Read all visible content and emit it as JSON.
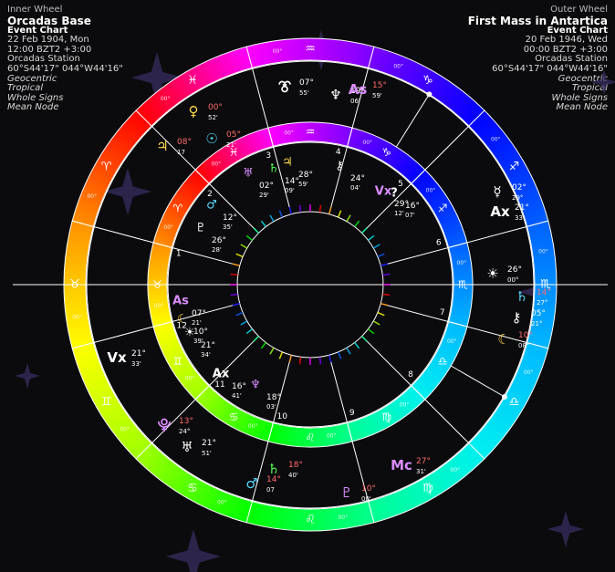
{
  "inner_info": {
    "header": "Inner Wheel",
    "title": "Orcadas Base",
    "chart_type": "Event Chart",
    "date": "22 Feb 1904, Mon",
    "time": "12:00  BZT2 +3:00",
    "location": "Orcadas Station",
    "coords": "60°S44'17\" 044°W44'16\"",
    "settings": [
      "Geocentric",
      "Tropical",
      "Whole Signs",
      "Mean Node"
    ]
  },
  "outer_info": {
    "header": "Outer Wheel",
    "title": "First Mass in Antartica",
    "chart_type": "Event Chart",
    "date": "20 Feb 1946, Wed",
    "time": "00:00  BZT2 +3:00",
    "location": "Orcadas Station",
    "coords": "60°S44'17\" 044°W44'16\"",
    "settings": [
      "Geocentric",
      "Tropical",
      "Whole Signs",
      "Mean Node"
    ]
  },
  "colors": {
    "background": "#0b0b0d",
    "ring_colors": [
      "#ff00ff",
      "#7a00ff",
      "#0000ff",
      "#0060ff",
      "#00b8ff",
      "#00f0f0",
      "#00ff90",
      "#00ff00",
      "#a0ff00",
      "#ffff00",
      "#ff9000",
      "#ff0000"
    ],
    "planet_white": "#ffffff",
    "planet_purple": "#d98cff",
    "planet_cyan": "#5ad7ff",
    "planet_green": "#55ff55",
    "planet_yellow": "#ffd94a",
    "degree_red": "#ff6b6b"
  },
  "outer_sign_glyphs": [
    "♒",
    "♑",
    "♐",
    "♏",
    "♎",
    "♍",
    "♌",
    "♋",
    "♊",
    "♉",
    "♈",
    "♓"
  ],
  "inner_sign_glyphs": [
    "♒",
    "♑",
    "♐",
    "♏",
    "♎",
    "♍",
    "♌",
    "♋",
    "♊",
    "♉",
    "♈",
    "♓"
  ],
  "ring_ticks": "00°",
  "house_numbers": [
    "1",
    "2",
    "3",
    "4",
    "5",
    "6",
    "7",
    "8",
    "9",
    "10",
    "11",
    "12"
  ],
  "outer_labels": [
    {
      "glyph": "⯔",
      "deg": "07°",
      "min": "55'",
      "color": "planet_white"
    },
    {
      "glyph": "♆",
      "deg": "19°",
      "min": "06'",
      "color": "planet_white"
    },
    {
      "glyph": "As",
      "deg": "15°",
      "min": "59'",
      "color": "planet_purple"
    },
    {
      "glyph": "♀",
      "deg": "00°",
      "min": "52'",
      "color": "planet_yellow"
    },
    {
      "glyph": "☉",
      "deg": "05°",
      "min": "21'",
      "color": "planet_cyan"
    },
    {
      "glyph": "♃",
      "deg": "08°",
      "min": "17",
      "color": "planet_yellow"
    },
    {
      "glyph": "☾",
      "deg": "10°",
      "min": "08°",
      "color": "planet_yellow"
    },
    {
      "glyph": "☿",
      "deg": "02°",
      "min": "29°",
      "color": "planet_white"
    },
    {
      "glyph": "Ax",
      "deg": "21°",
      "min": "33'",
      "color": "planet_white"
    },
    {
      "glyph": "☀",
      "deg": "26°",
      "min": "00°",
      "color": "planet_white"
    },
    {
      "glyph": "♄",
      "deg": "14°",
      "min": "27°",
      "color": "planet_cyan"
    },
    {
      "glyph": "⚷",
      "deg": "05°",
      "min": "21°",
      "color": "planet_white"
    },
    {
      "glyph": "Mc",
      "deg": "27°",
      "min": "31'",
      "color": "planet_purple"
    },
    {
      "glyph": "♇",
      "deg": "10°",
      "min": "00'",
      "color": "planet_purple"
    },
    {
      "glyph": "♂",
      "deg": "14°",
      "min": "07",
      "color": "planet_cyan"
    },
    {
      "glyph": "♄",
      "deg": "18°",
      "min": "40'",
      "color": "planet_green"
    },
    {
      "glyph": "Vx",
      "deg": "21°",
      "min": "33'",
      "color": "planet_white"
    },
    {
      "glyph": "⯓",
      "deg": "13°",
      "min": "24°",
      "color": "planet_purple"
    },
    {
      "glyph": "♅",
      "deg": "21°",
      "min": "51'",
      "color": "planet_white"
    }
  ],
  "inner_labels": [
    {
      "glyph": "♅",
      "deg": "02°",
      "min": "29'",
      "color": "planet_purple"
    },
    {
      "glyph": "♂",
      "deg": "12°",
      "min": "35'",
      "color": "planet_cyan"
    },
    {
      "glyph": "♇",
      "deg": "26°",
      "min": "28'",
      "color": "planet_white"
    },
    {
      "glyph": "♄",
      "deg": "14°",
      "min": "09'",
      "color": "planet_green"
    },
    {
      "glyph": "♃",
      "deg": "28°",
      "min": "59'",
      "color": "planet_yellow"
    },
    {
      "glyph": "⚷",
      "deg": "24°",
      "min": "04'",
      "color": "planet_white"
    },
    {
      "glyph": "Vx",
      "deg": "29°",
      "min": "12'",
      "color": "planet_purple"
    },
    {
      "glyph": "?",
      "deg": "16°",
      "min": "07'",
      "color": "planet_white"
    },
    {
      "glyph": "As",
      "deg": "07°",
      "min": "21'",
      "color": "planet_purple"
    },
    {
      "glyph": "☾",
      "deg": "10°",
      "min": "39'",
      "color": "planet_yellow"
    },
    {
      "glyph": "☀",
      "deg": "21°",
      "min": "34'",
      "color": "planet_white"
    },
    {
      "glyph": "Ax",
      "deg": "16°",
      "min": "41'",
      "color": "planet_white"
    },
    {
      "glyph": "♆",
      "deg": "18°",
      "min": "03'",
      "color": "planet_purple"
    }
  ]
}
